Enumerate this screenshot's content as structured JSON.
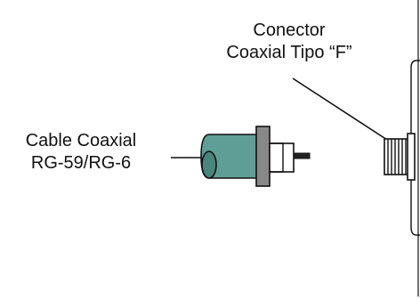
{
  "diagram": {
    "cable_label": {
      "line1": "Cable Coaxial",
      "line2": "RG-59/RG-6"
    },
    "connector_label": {
      "line1": "Conector",
      "line2": "Coaxial Tipo “F”"
    },
    "colors": {
      "cable_jacket": "#5e9e96",
      "cable_end": "#4a857d",
      "connector_body": "#888888",
      "stroke": "#111111",
      "background": "#ffffff"
    }
  }
}
